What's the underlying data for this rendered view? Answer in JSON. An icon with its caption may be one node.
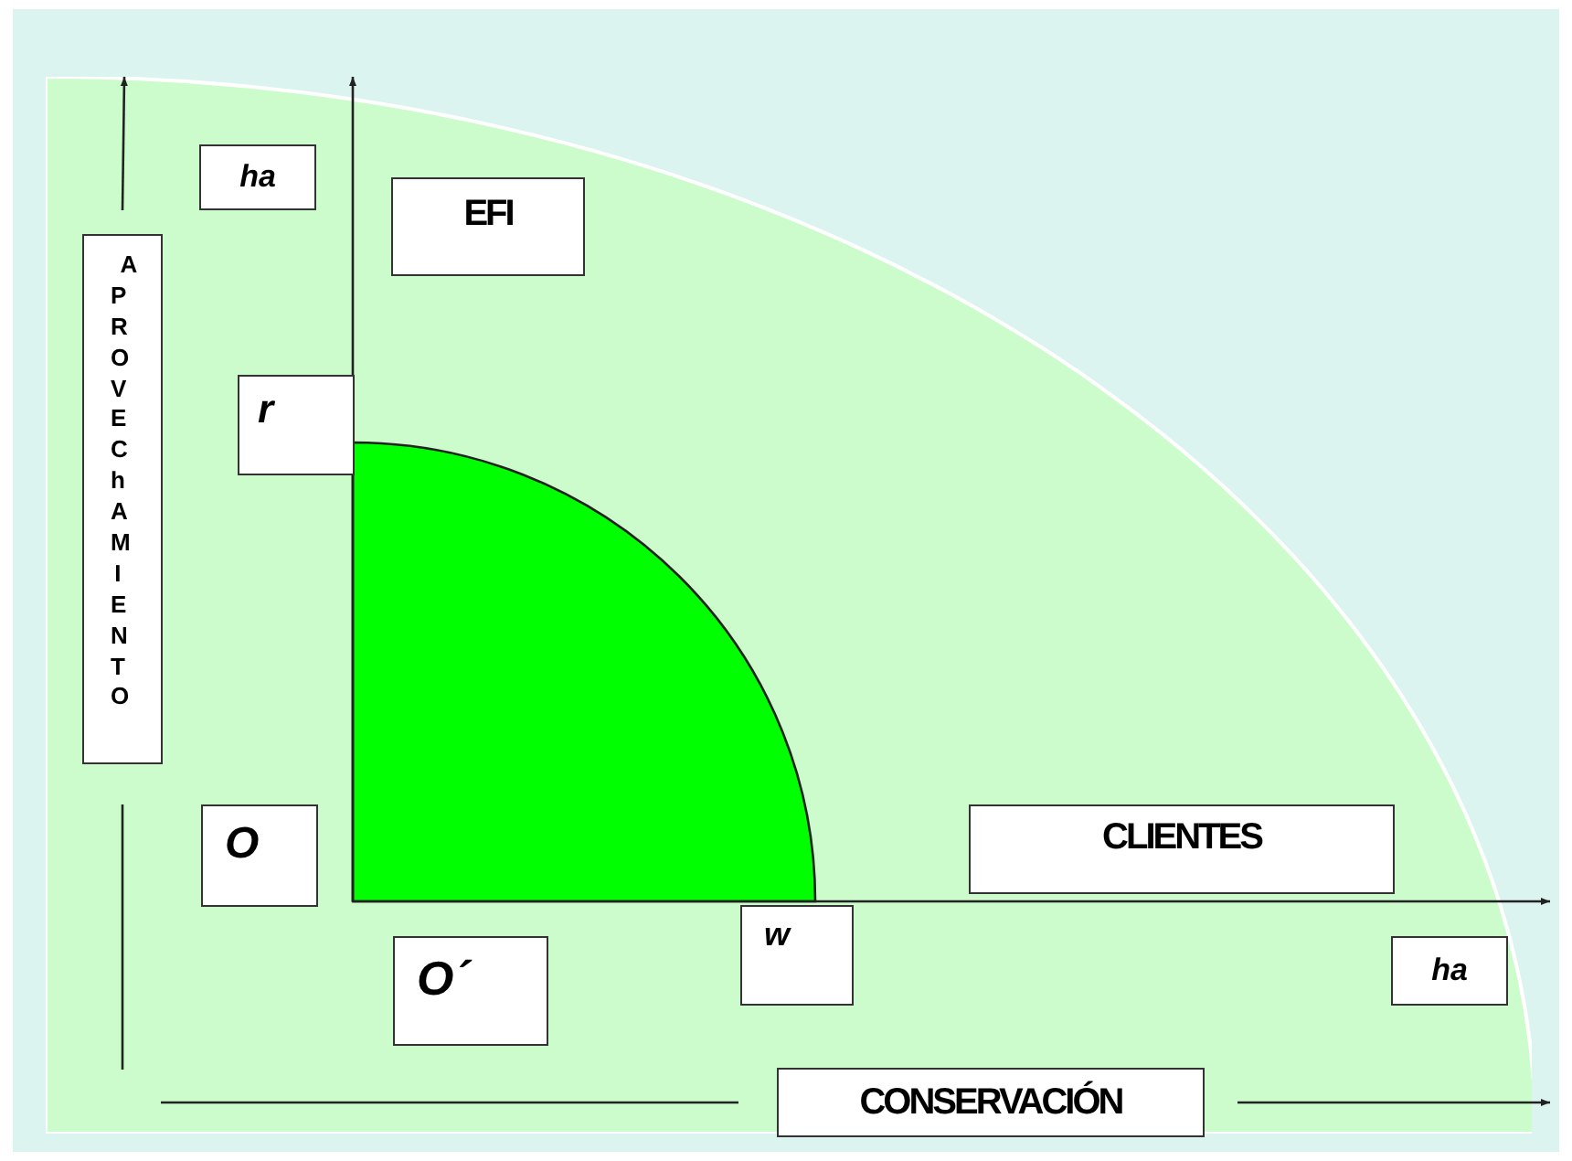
{
  "diagram": {
    "nodes": [
      {
        "text": [
          "ha"
        ]
      },
      {
        "text": [
          "EFI"
        ]
      },
      {
        "text": [
          "APROVEChAMIENTO"
        ]
      },
      {
        "text": [
          "r"
        ]
      },
      {
        "text": [
          "O"
        ]
      },
      {
        "text": [
          "CLIENTES"
        ]
      },
      {
        "text": [
          "w"
        ]
      },
      {
        "text": [
          "O´"
        ]
      },
      {
        "text": [
          "ha"
        ]
      },
      {
        "text": [
          "CONSERVACIÓN"
        ]
      }
    ]
  }
}
